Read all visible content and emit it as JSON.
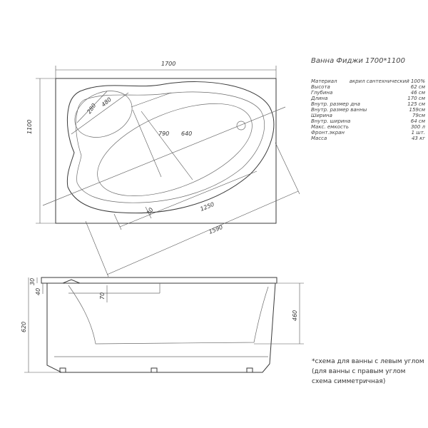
{
  "title": "Ванна Фиджи 1700*1100",
  "specs": [
    {
      "label": "Материал",
      "value": "акрил сантехнический 100%"
    },
    {
      "label": "Высота",
      "value": "62 см"
    },
    {
      "label": "Глубина",
      "value": "46 см"
    },
    {
      "label": "Длина",
      "value": "170 см"
    },
    {
      "label": "Внутр. размер дна",
      "value": "125 см"
    },
    {
      "label": "Внутр. размер ванны",
      "value": "159см"
    },
    {
      "label": "Ширина",
      "value": "79см"
    },
    {
      "label": "Внутр. ширина",
      "value": "64 см"
    },
    {
      "label": "Макс. емкость",
      "value": "300 л"
    },
    {
      "label": "Фронт.экран",
      "value": "1 шт."
    },
    {
      "label": "Масса",
      "value": "43 кг"
    }
  ],
  "dimensions": {
    "top_width": "1700",
    "top_height": "1100",
    "d280": "280",
    "d480": "480",
    "d790": "790",
    "d640": "640",
    "d1250": "1250",
    "d1590": "1590",
    "d30a": "30",
    "d30b": "30",
    "d40": "40",
    "d70": "70",
    "d620": "620",
    "d460": "460"
  },
  "note_lines": [
    "*схема для ванны с левым углом",
    "(для ванны с правым углом",
    "схема симметричная)"
  ]
}
